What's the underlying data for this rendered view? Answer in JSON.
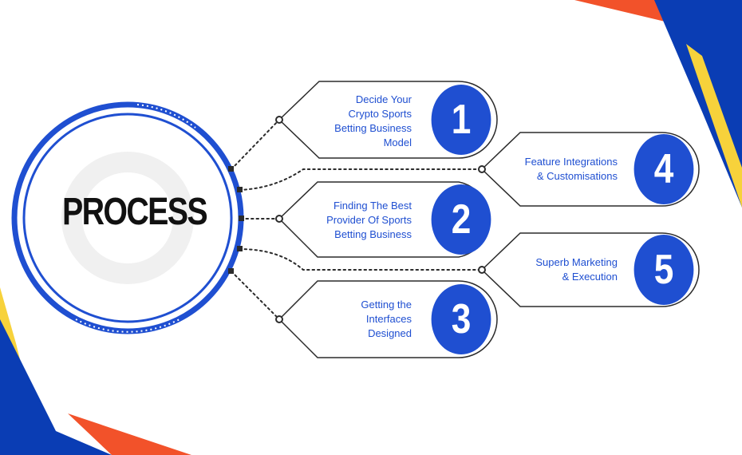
{
  "hub": {
    "label": "PROCESS"
  },
  "colors": {
    "blue": "#1f4fd1",
    "navy": "#0a3db4",
    "yellow": "#f7d23b",
    "orange": "#f2522a",
    "ring_gray": "#f0f0f0",
    "connector": "#2b2b2b"
  },
  "steps": [
    {
      "number": "1",
      "lines": [
        "Decide Your",
        "Crypto Sports",
        "Betting Business",
        "Model"
      ]
    },
    {
      "number": "2",
      "lines": [
        "Finding The Best",
        "Provider Of Sports",
        "Betting Business"
      ]
    },
    {
      "number": "3",
      "lines": [
        "Getting the",
        "Interfaces",
        "Designed"
      ]
    },
    {
      "number": "4",
      "lines": [
        "Feature Integrations",
        "& Customisations"
      ]
    },
    {
      "number": "5",
      "lines": [
        "Superb Marketing",
        "& Execution"
      ]
    }
  ]
}
